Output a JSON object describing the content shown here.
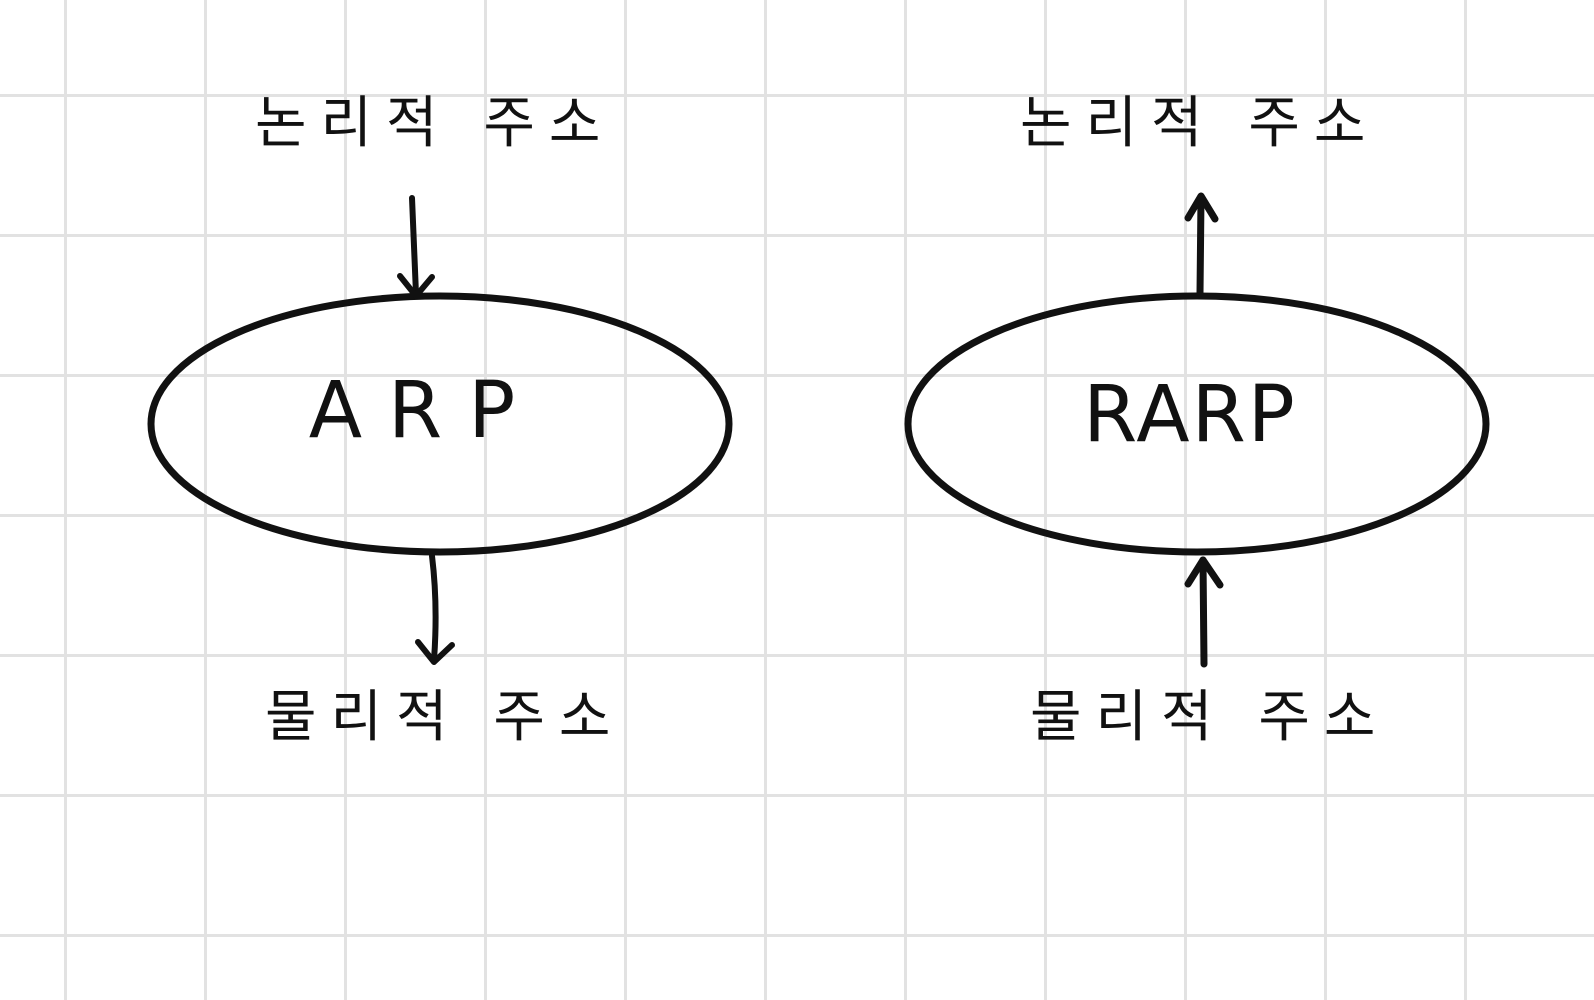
{
  "diagrams": [
    {
      "protocol": "ARP",
      "top_label": "논리적 주소",
      "bottom_label": "물리적 주소",
      "flow": "top-to-bottom"
    },
    {
      "protocol": "RARP",
      "top_label": "논리적 주소",
      "bottom_label": "물리적 주소",
      "flow": "bottom-to-top"
    }
  ],
  "colors": {
    "stroke": "#111111",
    "grid": "#e2e2e2",
    "background": "#ffffff"
  }
}
